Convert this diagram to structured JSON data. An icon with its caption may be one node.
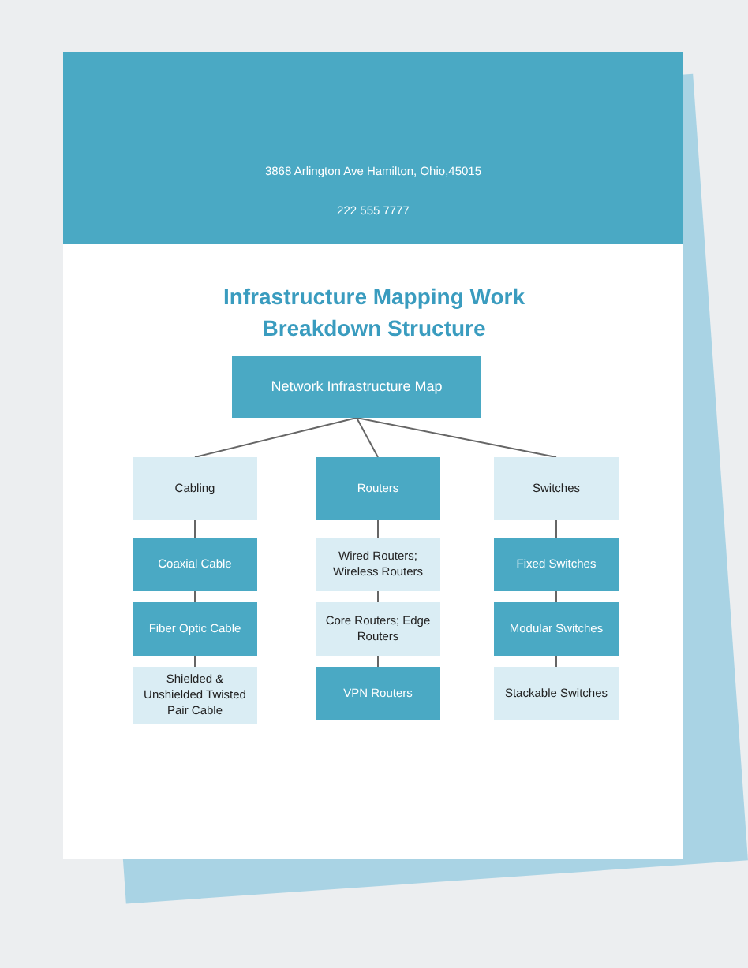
{
  "diagram": {
    "title": "Infrastructure Mapping Work Breakdown Structure",
    "nodes": [
      {
        "text": [
          "Network Infrastructure Map"
        ]
      },
      {
        "text": [
          "Cabling"
        ]
      },
      {
        "text": [
          "Routers"
        ]
      },
      {
        "text": [
          "Switches"
        ]
      },
      {
        "text": [
          "Coaxial Cable"
        ]
      },
      {
        "text": [
          "Fiber Optic Cable"
        ]
      },
      {
        "text": [
          "Shielded & Unshielded Twisted Pair Cable"
        ]
      },
      {
        "text": [
          "Wired Routers; Wireless Routers"
        ]
      },
      {
        "text": [
          "Core Routers; Edge Routers"
        ]
      },
      {
        "text": [
          "VPN Routers"
        ]
      },
      {
        "text": [
          "Fixed Switches"
        ]
      },
      {
        "text": [
          "Modular Switches"
        ]
      },
      {
        "text": [
          "Stackable Switches"
        ]
      }
    ],
    "edges": [
      {
        "from": 0,
        "to": 1,
        "arrow": "none"
      },
      {
        "from": 0,
        "to": 2,
        "arrow": "none"
      },
      {
        "from": 0,
        "to": 3,
        "arrow": "none"
      },
      {
        "from": 1,
        "to": 4,
        "arrow": "none"
      },
      {
        "from": 4,
        "to": 5,
        "arrow": "none"
      },
      {
        "from": 5,
        "to": 6,
        "arrow": "none"
      },
      {
        "from": 2,
        "to": 7,
        "arrow": "none"
      },
      {
        "from": 7,
        "to": 8,
        "arrow": "none"
      },
      {
        "from": 8,
        "to": 9,
        "arrow": "none"
      },
      {
        "from": 3,
        "to": 10,
        "arrow": "none"
      },
      {
        "from": 10,
        "to": 11,
        "arrow": "none"
      },
      {
        "from": 11,
        "to": 12,
        "arrow": "none"
      }
    ],
    "labels": [
      "3868 Arlington Ave Hamilton, Ohio,45015",
      "222 555 7777"
    ]
  }
}
